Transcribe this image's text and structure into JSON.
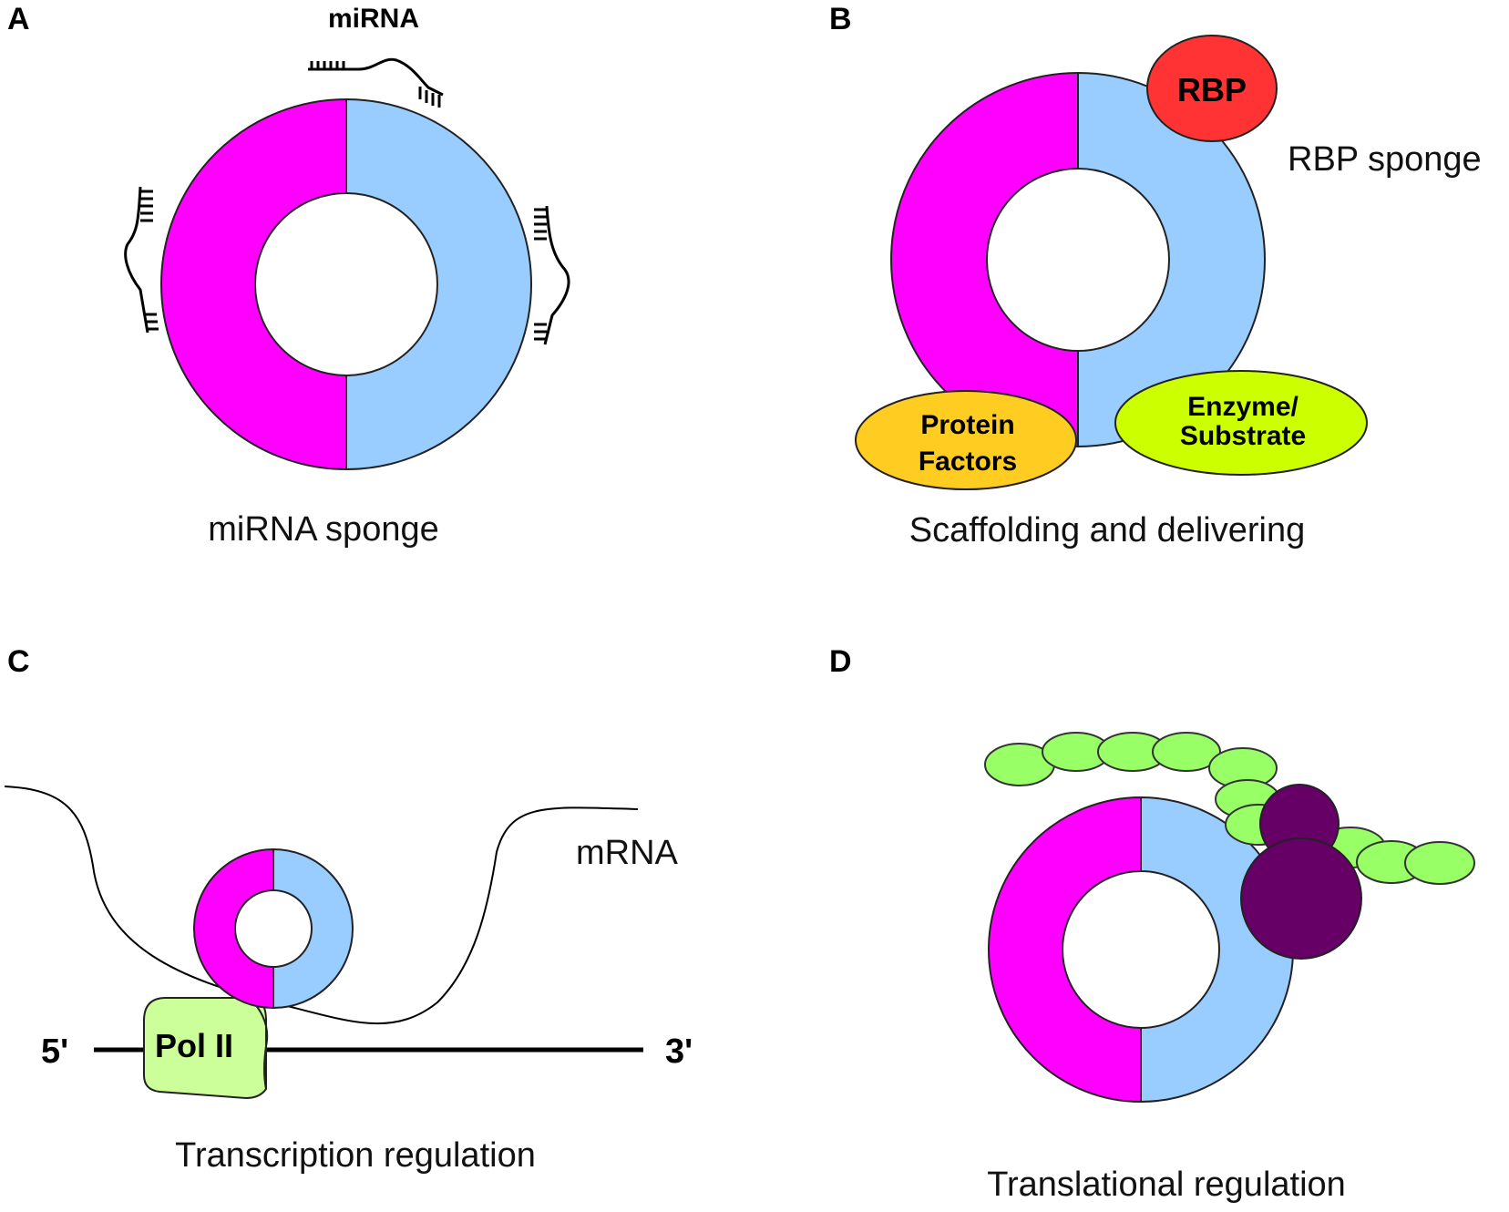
{
  "panels": {
    "a": {
      "letter": "A",
      "top_label": "miRNA",
      "caption": "miRNA sponge"
    },
    "b": {
      "letter": "B",
      "rbp": "RBP",
      "side_label": "RBP sponge",
      "protein_line1": "Protein",
      "protein_line2": "Factors",
      "enzyme_line1": "Enzyme/",
      "enzyme_line2": "Substrate",
      "caption": "Scaffolding and delivering"
    },
    "c": {
      "letter": "C",
      "mrna": "mRNA",
      "pol": "Pol II",
      "five": "5'",
      "three": "3'",
      "caption": "Transcription  regulation"
    },
    "d": {
      "letter": "D",
      "caption": "Translational regulation"
    }
  },
  "colors": {
    "magenta": "#ff00ff",
    "light_blue": "#99ccff",
    "rbp_red": "#ff3333",
    "protein_orange": "#ffcc22",
    "enzyme_lime": "#ccff00",
    "pol_green": "#ccff99",
    "bead_green": "#99ff66",
    "ribosome_purple": "#660066"
  }
}
